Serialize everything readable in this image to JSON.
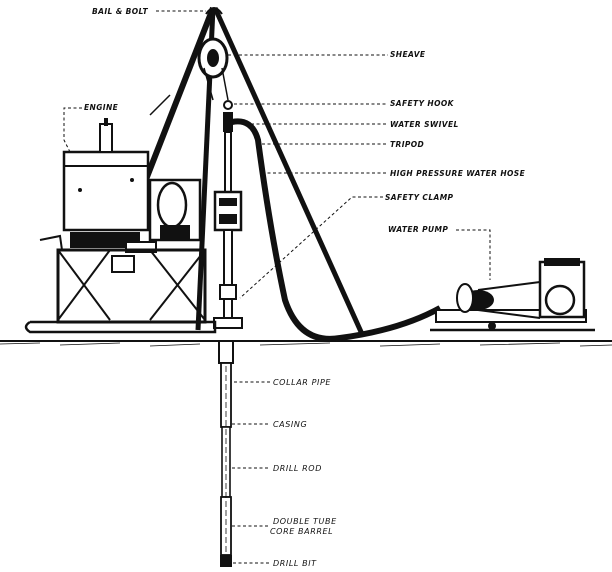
{
  "labels": {
    "bail_bolt": "BAIL & BOLT",
    "sheave": "SHEAVE",
    "safety_hook": "SAFETY HOOK",
    "water_swivel": "WATER SWIVEL",
    "tripod": "TRIPOD",
    "hose": "HIGH PRESSURE WATER HOSE",
    "safety_clamp": "SAFETY CLAMP",
    "water_pump": "WATER PUMP",
    "engine": "ENGINE",
    "collar_pipe": "COLLAR PIPE",
    "casing": "CASING",
    "drill_rod": "DRILL ROD",
    "core_barrel_1": "DOUBLE TUBE",
    "core_barrel_2": "CORE BARREL",
    "drill_bit": "DRILL BIT"
  }
}
